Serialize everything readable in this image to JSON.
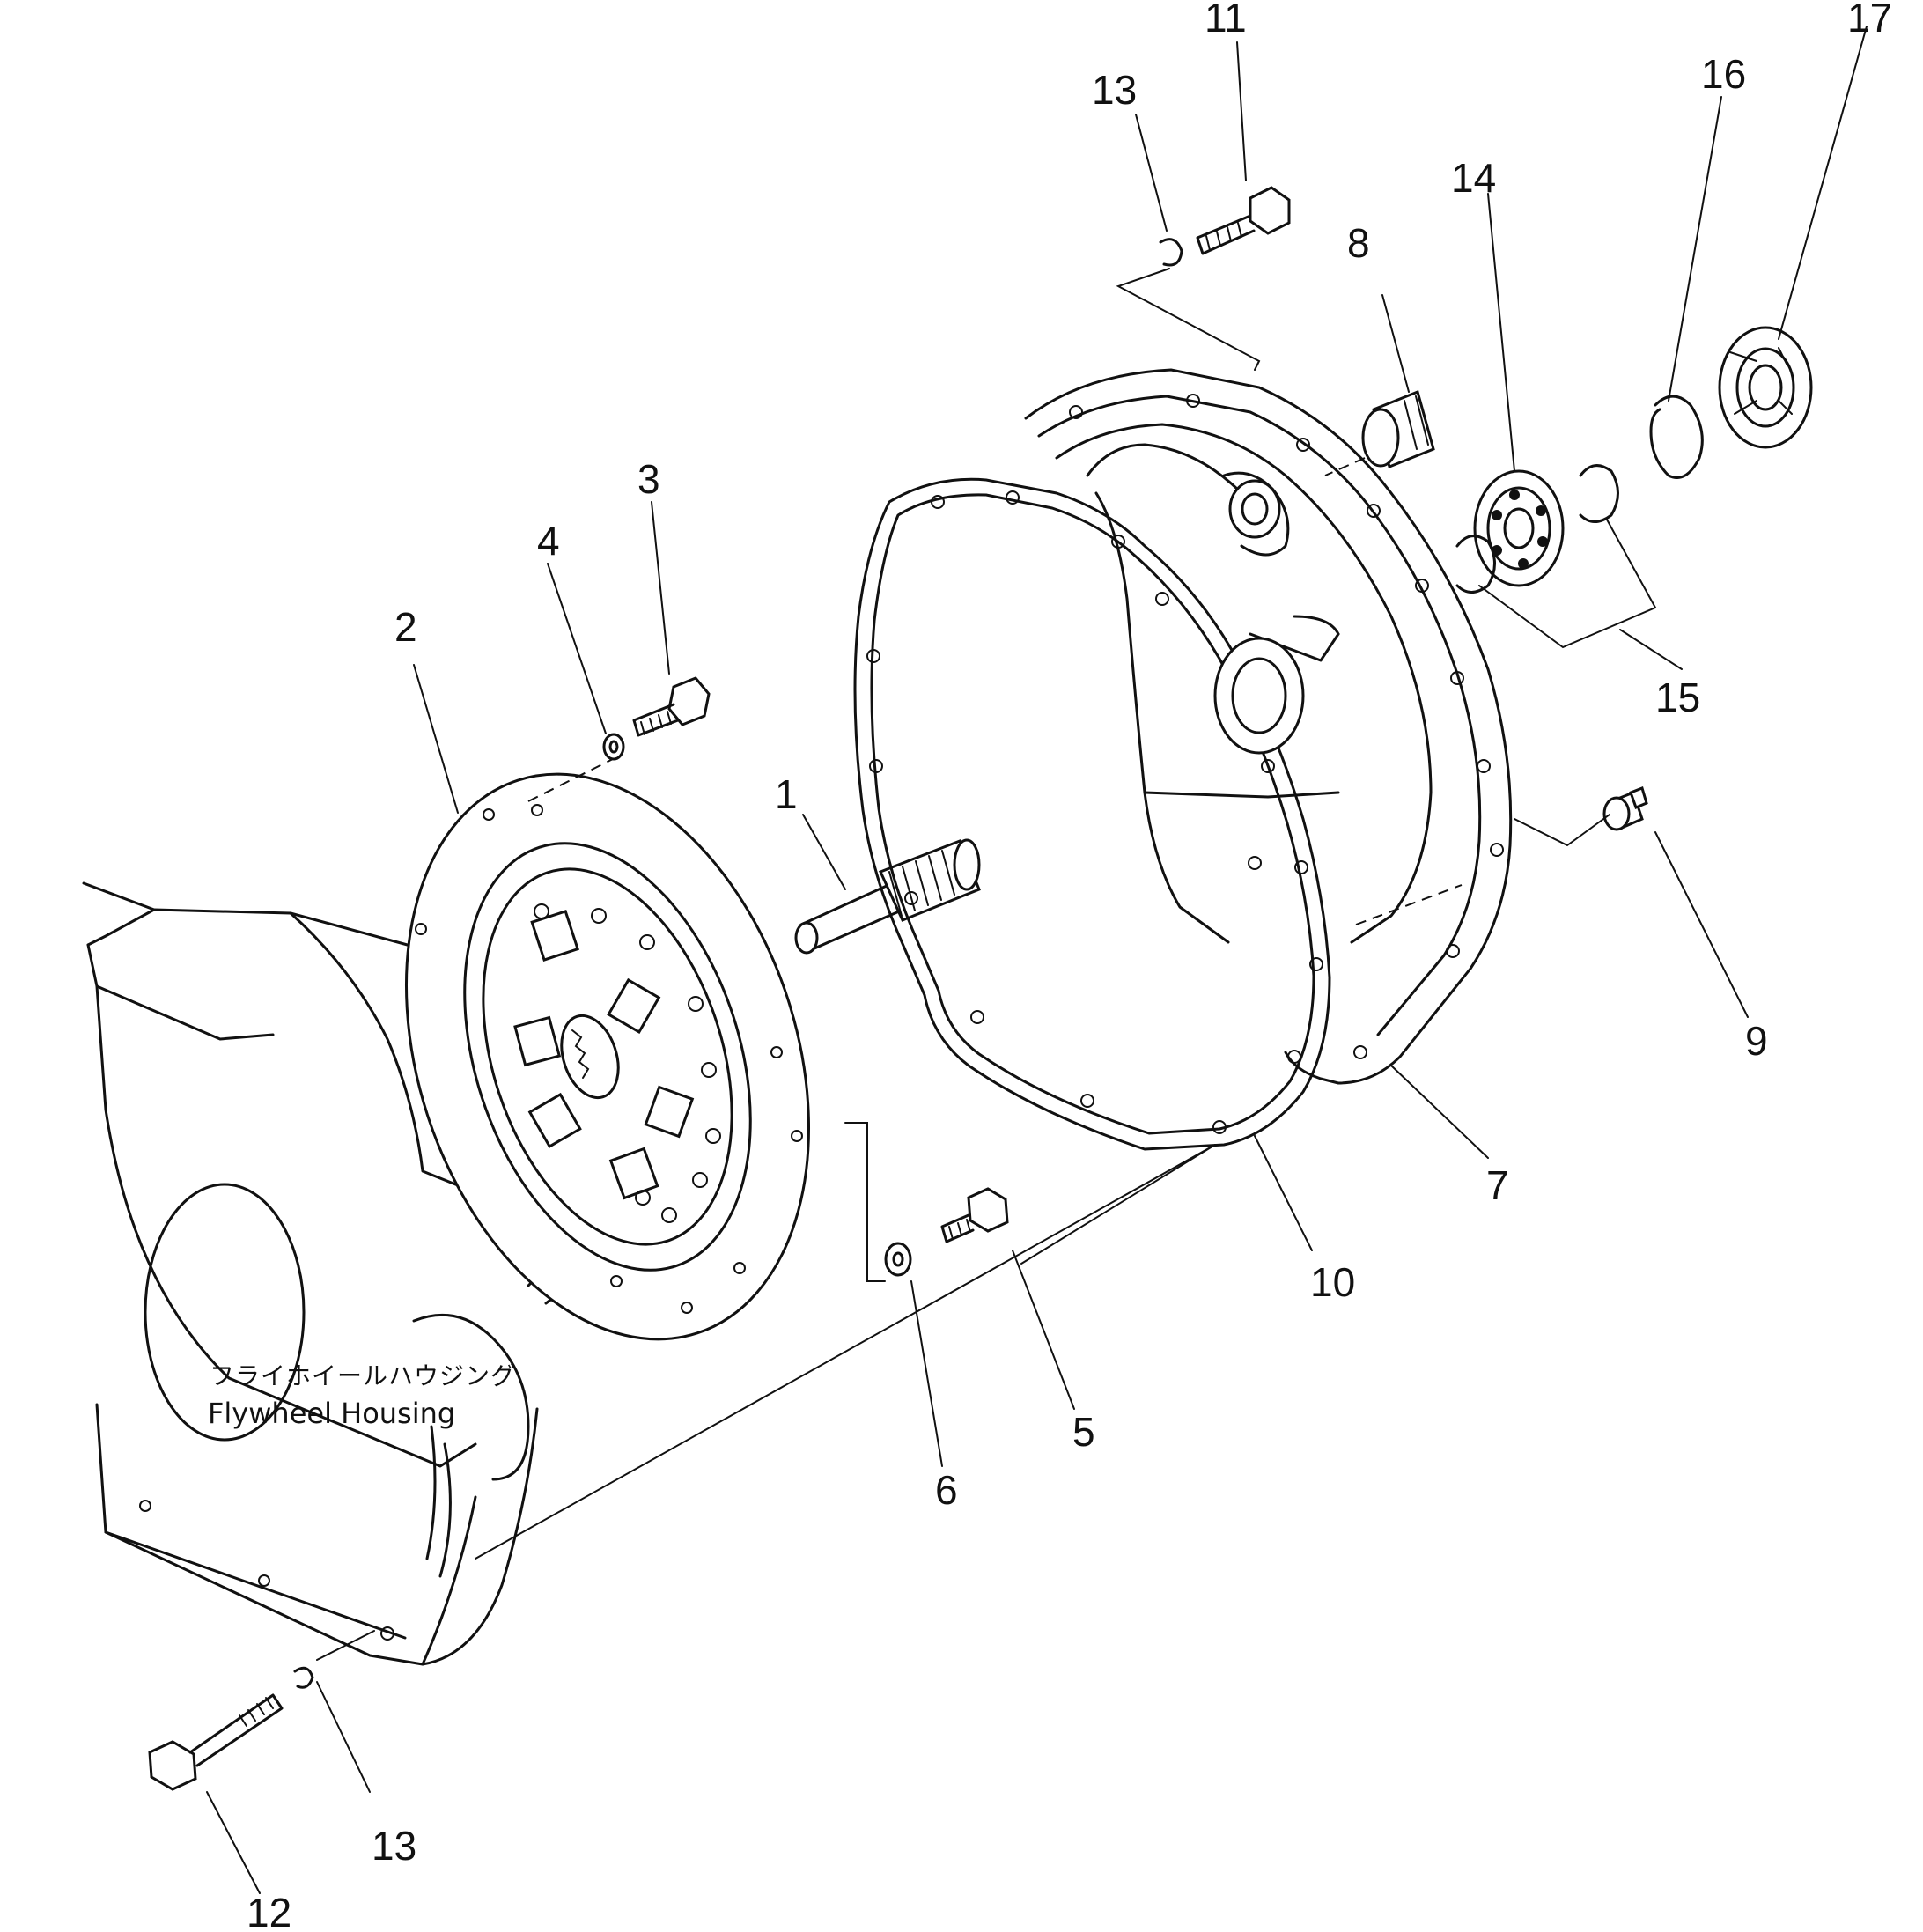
{
  "caption": {
    "japanese": "フライホイールハウジング",
    "english": "Flywheel Housing"
  },
  "callouts": [
    "1",
    "2",
    "3",
    "4",
    "5",
    "6",
    "7",
    "8",
    "9",
    "10",
    "11",
    "12",
    "13",
    "13",
    "14",
    "15",
    "16",
    "17"
  ]
}
